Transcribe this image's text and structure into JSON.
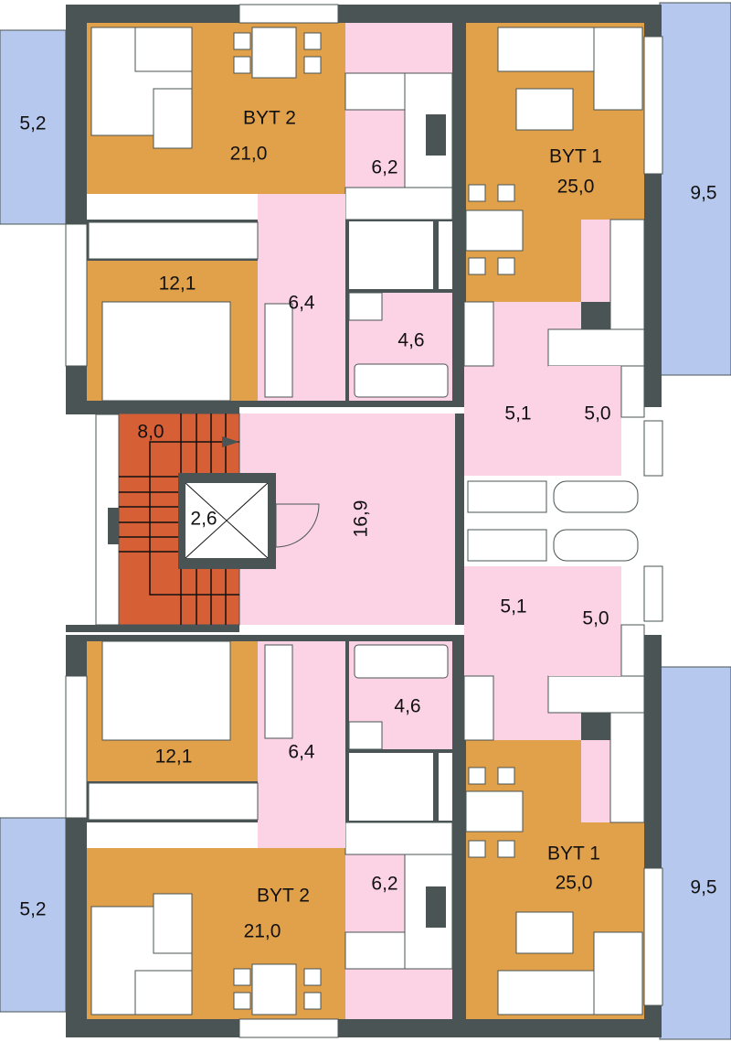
{
  "colors": {
    "wall": "#4a5455",
    "living": "#e0a14a",
    "wet": "#fcd2e5",
    "stair": "#d65f36",
    "balcony": "#b7c8ef",
    "white": "#ffffff"
  },
  "top": {
    "balcony_left": "5,2",
    "balcony_right": "9,5",
    "byt2_name": "BYT 2",
    "byt2_living": "21,0",
    "byt2_kitchen": "6,2",
    "byt2_bedroom": "12,1",
    "byt2_hall": "6,4",
    "byt2_bath": "4,6",
    "byt1_name": "BYT 1",
    "byt1_living": "25,0",
    "byt1_hall": "5,1",
    "byt1_bath": "5,0"
  },
  "core": {
    "stair": "8,0",
    "lift": "2,6",
    "corridor": "16,9"
  },
  "bottom": {
    "balcony_left": "5,2",
    "balcony_right": "9,5",
    "byt2_name": "BYT 2",
    "byt2_living": "21,0",
    "byt2_kitchen": "6,2",
    "byt2_bedroom": "12,1",
    "byt2_hall": "6,4",
    "byt2_bath": "4,6",
    "byt1_name": "BYT 1",
    "byt1_living": "25,0",
    "byt1_hall": "5,1",
    "byt1_bath": "5,0"
  }
}
